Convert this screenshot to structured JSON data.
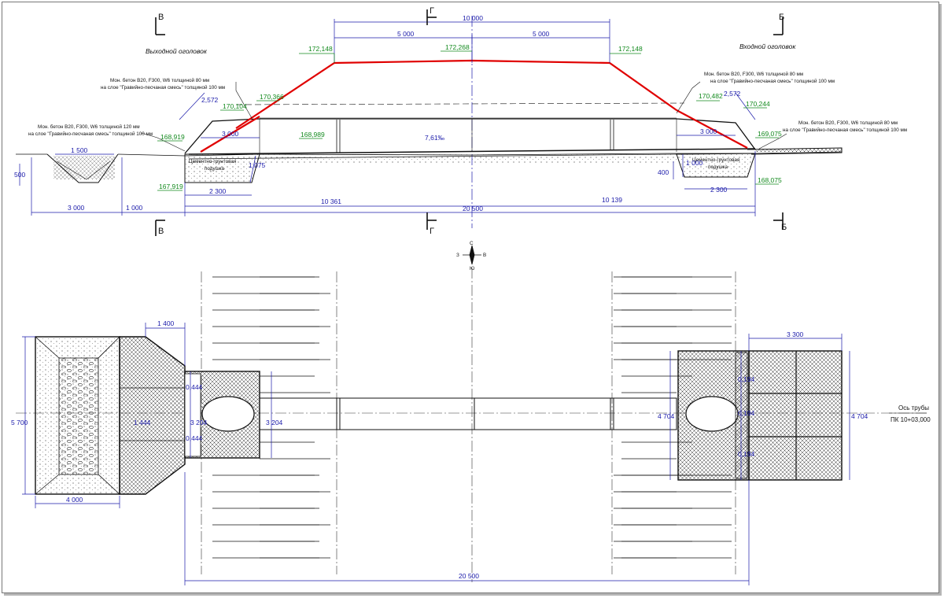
{
  "titles": {
    "outlet": "Выходной оголовок",
    "inlet": "Входной оголовок"
  },
  "section_marks": {
    "b": "Б",
    "v": "В",
    "g": "Г"
  },
  "notes": {
    "outlet_top_1": "Мон. бетон B20, F300, W6 толщиной 80 мм",
    "outlet_top_2": "на слое \"Гравийно-песчаная смесь\" толщиной 100 мм",
    "outlet_low_1": "Мон. бетон B20, F300, W6 толщиной 120 мм",
    "outlet_low_2": "на слое \"Гравийно-песчаная смесь\" толщиной 100 мм",
    "inlet_top_1": "Мон. бетон B20, F300, W6 толщиной 80 мм",
    "inlet_top_2": "на слое \"Гравийно-песчаная смесь\" толщиной 100 мм",
    "inlet_low_1": "Мон. бетон B20, F300, W6 толщиной 80 мм",
    "inlet_low_2": "на слое \"Гравийно-песчаная смесь\" толщиной 100 мм",
    "cushion_l_1": "Цементно-грунтовая",
    "cushion_l_2": "подушка",
    "cushion_r_1": "Цементно-грунтовая",
    "cushion_r_2": "подушка"
  },
  "levels": {
    "top_l": "172,148",
    "top_c": "172,268",
    "top_r": "172,148",
    "l_366": "170,366",
    "l_104": "170,104",
    "l_919": "168,919",
    "l_989": "168,989",
    "l_low": "167,919",
    "r_482": "170,482",
    "r_244": "170,244",
    "r_075": "169,075",
    "r_low": "168,075"
  },
  "slope": "7,61‰",
  "dims_profile": {
    "top_total": "10 000",
    "top_left": "5 000",
    "top_right": "5 000",
    "total": "20 500",
    "left_part": "10 361",
    "right_part": "10 139",
    "d1500": "1 500",
    "d500": "500",
    "d3000": "3 000",
    "d1000": "1 000",
    "l_2572": "2,572",
    "l_3000": "3,000",
    "l_2300": "2 300",
    "l_1075": "1,075",
    "r_2572": "2,572",
    "r_3000": "3 000",
    "r_2300": "2 300",
    "r_1000": "1 000",
    "r_400": "400"
  },
  "dims_plan": {
    "d1400": "1 400",
    "d5700": "5 700",
    "d4000": "4 000",
    "d1444": "1 444",
    "d3204": "3 204",
    "d3204b": "3 204",
    "d0444a": "0,444",
    "d0444b": "0,444",
    "d3300": "3 300",
    "d4704": "4 704",
    "d4704b": "4 704",
    "d0194a": "0,194",
    "d0194b": "0,194",
    "d0194c": "0,194",
    "total": "20 500"
  },
  "axis": {
    "label": "Ось трубы",
    "station": "ПК 10+03,000"
  },
  "compass": {
    "n": "С",
    "s": "Ю",
    "w": "З",
    "e": "В"
  }
}
